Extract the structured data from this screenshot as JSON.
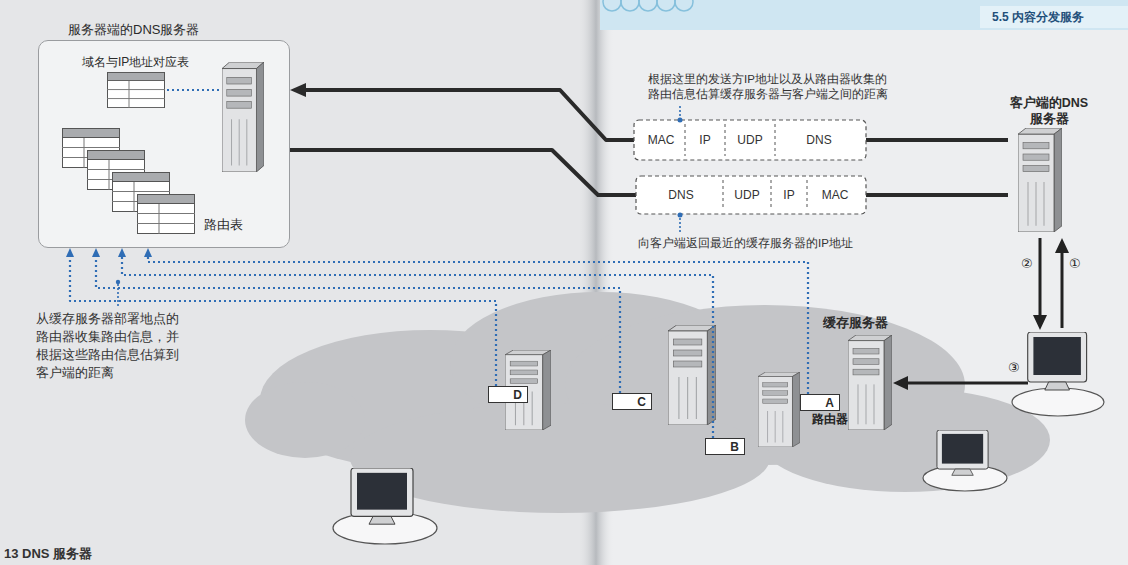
{
  "diagram": {
    "nodes": [
      {
        "text": [
          "服务器端的DNS服务器",
          "域名与IP地址对应表",
          "路由表"
        ]
      },
      {
        "text": [
          "MAC"
        ]
      },
      {
        "text": [
          "IP"
        ]
      },
      {
        "text": [
          "UDP"
        ]
      },
      {
        "text": [
          "DNS"
        ]
      },
      {
        "text": [
          "DNS"
        ]
      },
      {
        "text": [
          "UDP"
        ]
      },
      {
        "text": [
          "IP"
        ]
      },
      {
        "text": [
          "MAC"
        ]
      },
      {
        "text": [
          "D"
        ]
      },
      {
        "text": [
          "C"
        ]
      },
      {
        "text": [
          "B"
        ]
      },
      {
        "text": [
          "A"
        ]
      },
      {
        "text": [
          "客户端的DNS服务器"
        ]
      },
      {
        "text": [
          "缓存服务器"
        ]
      }
    ],
    "edges": [
      {
        "from": 13,
        "to": 0,
        "arrow": "to"
      },
      {
        "from": 0,
        "to": 13,
        "arrow": "none"
      },
      {
        "from": 12,
        "to": 0,
        "arrow": "to"
      },
      {
        "from": 11,
        "to": 0,
        "arrow": "to"
      },
      {
        "from": 10,
        "to": 0,
        "arrow": "to"
      },
      {
        "from": 9,
        "to": 0,
        "arrow": "to"
      }
    ],
    "labels": [
      "5.5 内容分发服务",
      "根据这里的发送方IP地址以及从路由器收集的路由信息估算缓存服务器与客户端之间的距离",
      "向客户端返回最近的缓存服务器的IP地址",
      "从缓存服务器部署地点的路由器收集路由信息，并根据这些路由信息估算到客户端的距离",
      "②",
      "①",
      "③",
      "路由器",
      "13 DNS 服务器"
    ]
  }
}
